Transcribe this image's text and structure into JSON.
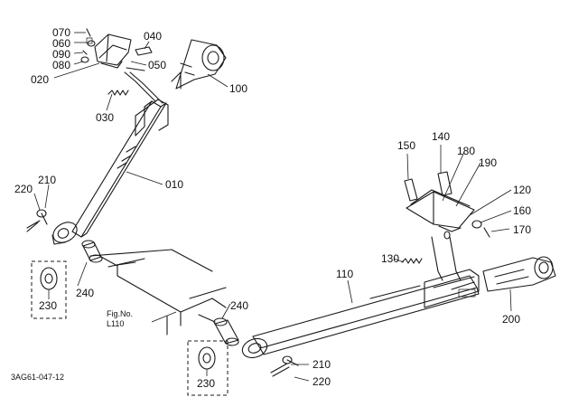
{
  "callouts": {
    "c010": "010",
    "c020": "020",
    "c030": "030",
    "c040": "040",
    "c050": "050",
    "c060": "060",
    "c070": "070",
    "c080": "080",
    "c090": "090",
    "c100": "100",
    "c110": "110",
    "c120": "120",
    "c130": "130",
    "c140": "140",
    "c150": "150",
    "c160": "160",
    "c170": "170",
    "c180": "180",
    "c190": "190",
    "c200": "200",
    "c210a": "210",
    "c210b": "210",
    "c220a": "220",
    "c220b": "220",
    "c230a": "230",
    "c230b": "230",
    "c240a": "240",
    "c240b": "240"
  },
  "figure_ref": {
    "line1": "Fig.No.",
    "line2": "L110"
  },
  "drawing_code": "3AG61-047-12"
}
